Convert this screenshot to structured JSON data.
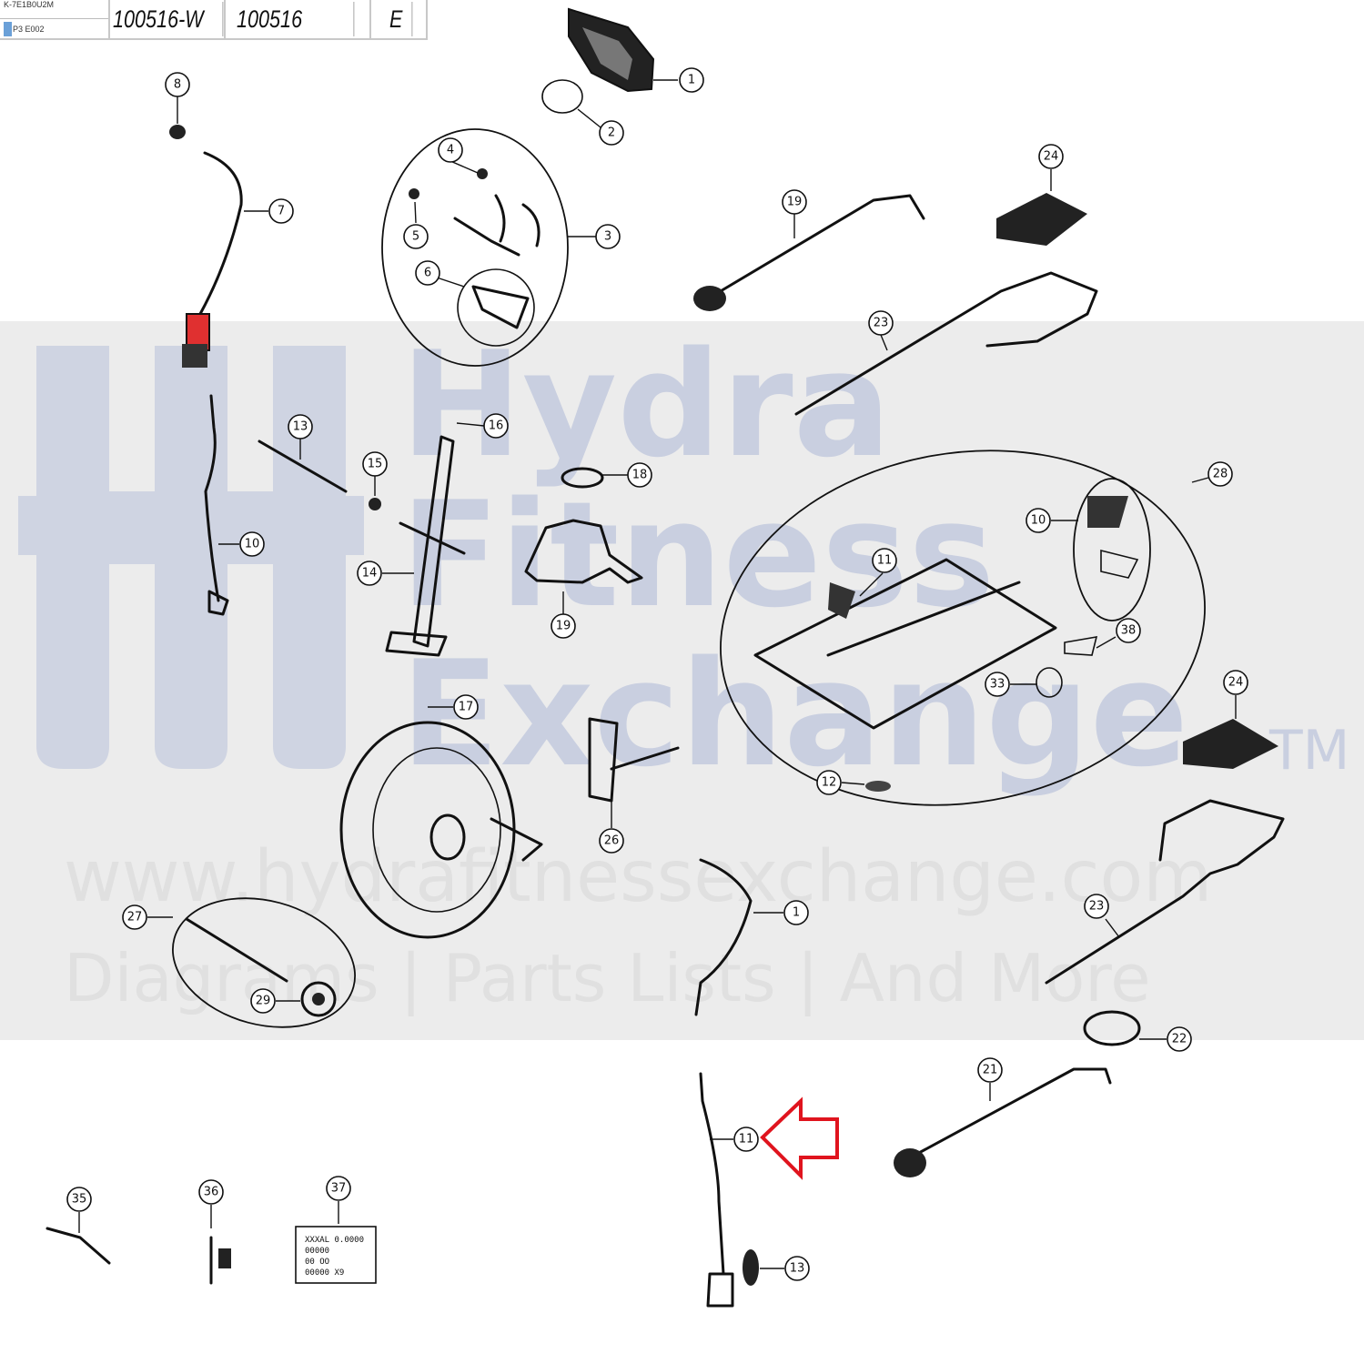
{
  "header": {
    "row1_small": "K-7E1B0U2M",
    "row2_small": "P3 E002",
    "part_number": "100516-W",
    "model_number": "100516",
    "revision": "E"
  },
  "watermark": {
    "lines": [
      "Hydra",
      "Fitness",
      "Exchange"
    ],
    "trademark": "TM",
    "url": "www.hydrafitnessexchange.com",
    "tagline": "Diagrams | Parts Lists | And More"
  },
  "colors": {
    "band": "#ececec",
    "watermark": "#c9cfe0",
    "highlight_arrow": "#e0141e",
    "part_highlight": "#e03030"
  },
  "callouts": [
    {
      "id": "c1",
      "label": "1"
    },
    {
      "id": "c2",
      "label": "2"
    },
    {
      "id": "c3",
      "label": "3"
    },
    {
      "id": "c4",
      "label": "4"
    },
    {
      "id": "c5",
      "label": "5"
    },
    {
      "id": "c6",
      "label": "6"
    },
    {
      "id": "c7",
      "label": "7"
    },
    {
      "id": "c8",
      "label": "8"
    },
    {
      "id": "c19a",
      "label": "19"
    },
    {
      "id": "c24a",
      "label": "24"
    },
    {
      "id": "c23a",
      "label": "23"
    },
    {
      "id": "c13a",
      "label": "13"
    },
    {
      "id": "c16",
      "label": "16"
    },
    {
      "id": "c15",
      "label": "15"
    },
    {
      "id": "c18",
      "label": "18"
    },
    {
      "id": "c10a",
      "label": "10"
    },
    {
      "id": "c14",
      "label": "14"
    },
    {
      "id": "c19b",
      "label": "19"
    },
    {
      "id": "c28",
      "label": "28"
    },
    {
      "id": "c10b",
      "label": "10"
    },
    {
      "id": "c11a",
      "label": "11"
    },
    {
      "id": "c38",
      "label": "38"
    },
    {
      "id": "c33",
      "label": "33"
    },
    {
      "id": "c24b",
      "label": "24"
    },
    {
      "id": "c12",
      "label": "12"
    },
    {
      "id": "c17",
      "label": "17"
    },
    {
      "id": "c26",
      "label": "26"
    },
    {
      "id": "c27",
      "label": "27"
    },
    {
      "id": "c29",
      "label": "29"
    },
    {
      "id": "c1b",
      "label": "1"
    },
    {
      "id": "c23b",
      "label": "23"
    },
    {
      "id": "c22",
      "label": "22"
    },
    {
      "id": "c21",
      "label": "21"
    },
    {
      "id": "c11b",
      "label": "11"
    },
    {
      "id": "c13b",
      "label": "13"
    },
    {
      "id": "c35",
      "label": "35"
    },
    {
      "id": "c36",
      "label": "36"
    },
    {
      "id": "c37",
      "label": "37"
    }
  ],
  "label_card": {
    "lines": [
      "XXXAL 0.0000",
      "00000",
      "00 OO",
      "00000 X9"
    ]
  }
}
